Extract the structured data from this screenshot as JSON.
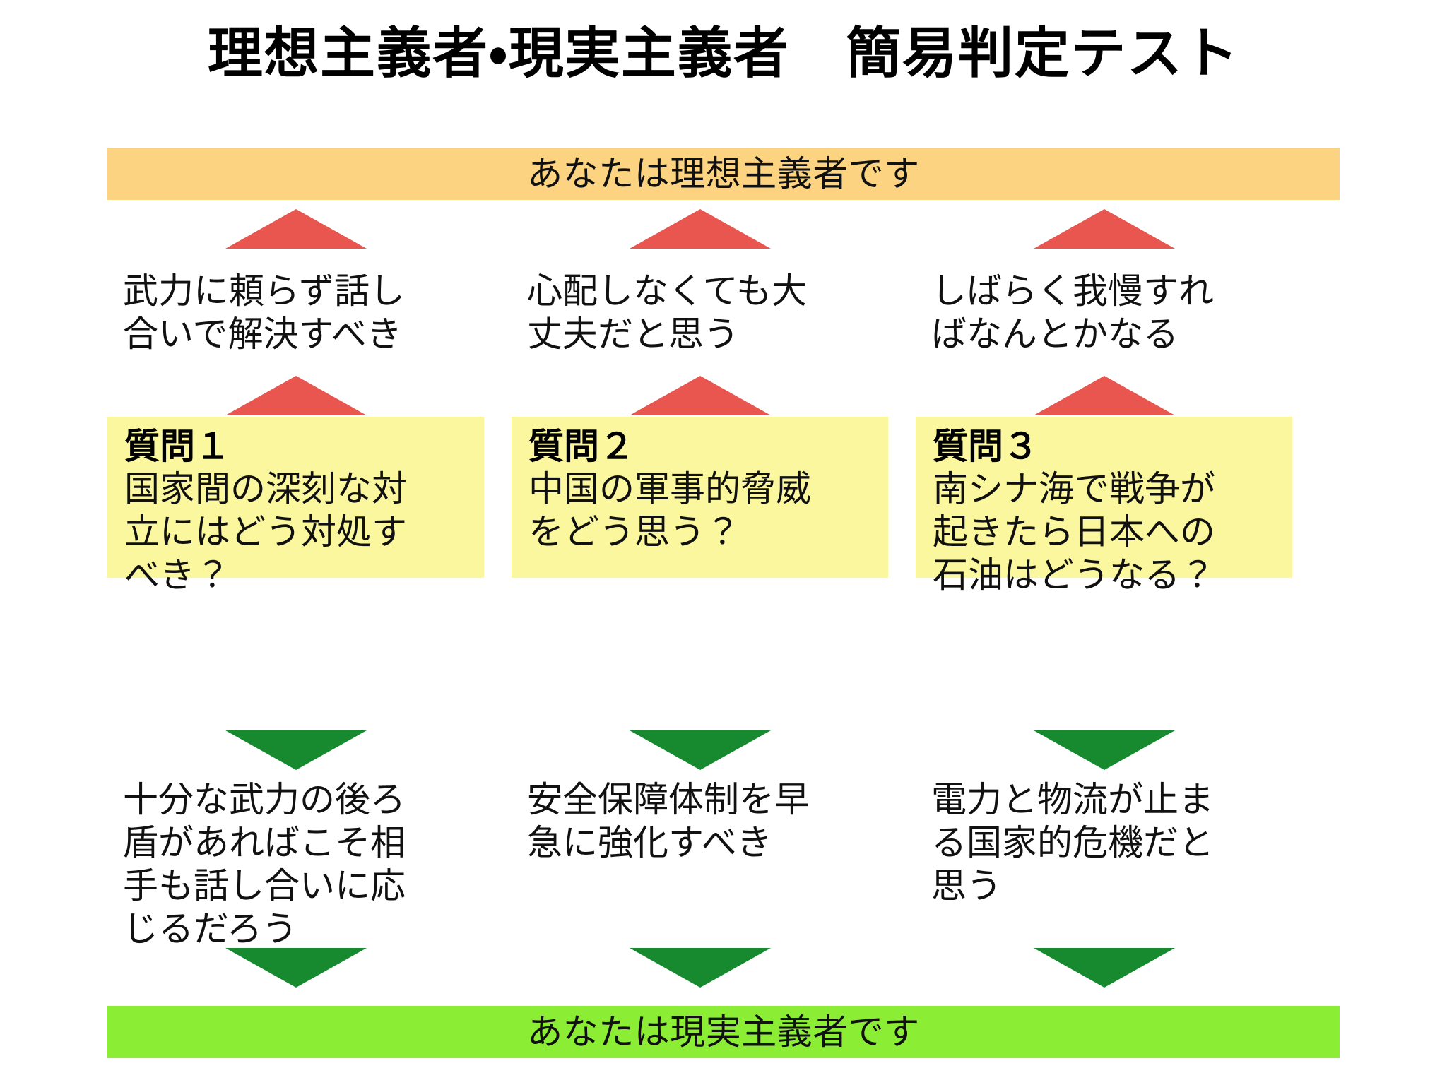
{
  "page": {
    "title": "理想主義者・現実主義者　簡易判定テスト"
  },
  "banners": {
    "top": "あなたは理想主義者です",
    "bottom": "あなたは現実主義者です"
  },
  "colors": {
    "title_text": "#000000",
    "banner_top_bg": "#FCD380",
    "banner_bottom_bg": "#8BEE35",
    "question_box_bg": "#FBF79F",
    "arrow_up_red": "#E8564F",
    "arrow_down_green": "#17892F",
    "body_text": "#111111",
    "page_bg": "#FFFFFF"
  },
  "columns": [
    {
      "idealist_answer": "武力に頼らず話し\n合いで解決すべき",
      "question_label": "質問１",
      "question_text": "国家間の深刻な対\n立にはどう対処す\nべき？",
      "realist_answer": "十分な武力の後ろ\n盾があればこそ相\n手も話し合いに応\nじるだろう"
    },
    {
      "idealist_answer": "心配しなくても大\n丈夫だと思う",
      "question_label": "質問２",
      "question_text": "中国の軍事的脅威\nをどう思う？",
      "realist_answer": "安全保障体制を早\n急に強化すべき"
    },
    {
      "idealist_answer": "しばらく我慢すれ\nばなんとかなる",
      "question_label": "質問３",
      "question_text": "南シナ海で戦争が\n起きたら日本への\n石油はどうなる？",
      "realist_answer": "電力と物流が止ま\nる国家的危機だと\n思う"
    }
  ]
}
